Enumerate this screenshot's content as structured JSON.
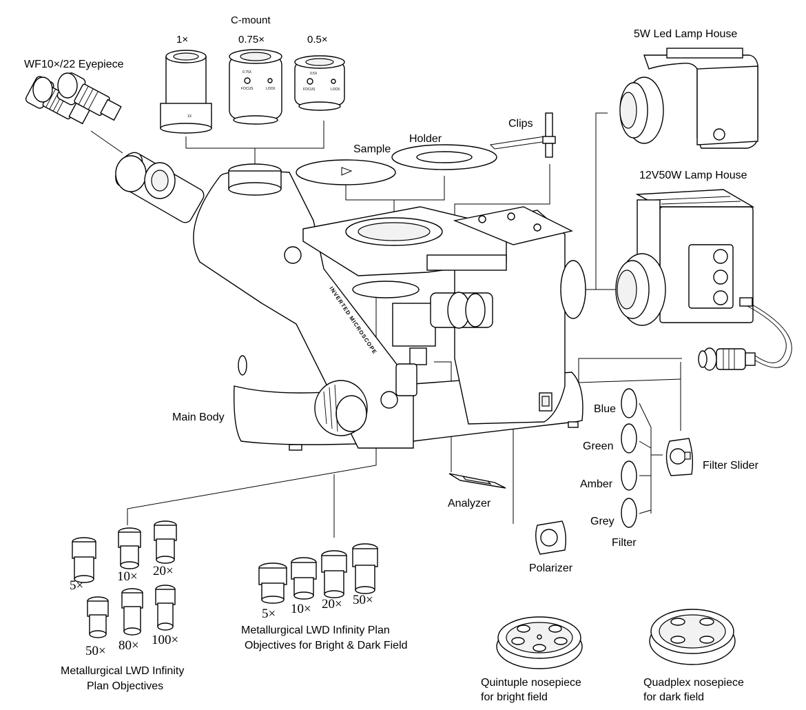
{
  "labels": {
    "eyepiece": "WF10×/22 Eyepiece",
    "cmount": "C-mount",
    "mag_1x": "1×",
    "mag_075x": "0.75×",
    "mag_05x": "0.5×",
    "sample": "Sample",
    "holder": "Holder",
    "clips": "Clips",
    "led_lamp": "5W  Led Lamp House",
    "halogen_lamp": "12V50W Lamp House",
    "main_body": "Main Body",
    "blue": "Blue",
    "green": "Green",
    "amber": "Amber",
    "grey": "Grey",
    "filter": "Filter",
    "filter_slider": "Filter Slider",
    "analyzer": "Analyzer",
    "polarizer": "Polarizer",
    "body_text": "INVERTED MICROSCOPE",
    "adapter_1x_mark": "1X",
    "adapter_075_mark": "0.75X",
    "adapter_05_mark": "0.5X",
    "focus_mark": "FOCUS",
    "lock_mark": "LOCK"
  },
  "objectives_set_a": {
    "mags": [
      "5×",
      "10×",
      "20×",
      "50×",
      "80×",
      "100×"
    ],
    "caption_line1": "Metallurgical LWD Infinity",
    "caption_line2": "Plan Objectives"
  },
  "objectives_set_b": {
    "mags": [
      "5×",
      "10×",
      "20×",
      "50×"
    ],
    "caption_line1": "Metallurgical LWD Infinity Plan",
    "caption_line2": "Objectives for Bright & Dark Field"
  },
  "nosepieces": {
    "quintuple_line1": "Quintuple nosepiece",
    "quintuple_line2": "for bright field",
    "quadplex_line1": "Quadplex nosepiece",
    "quadplex_line2": "for dark field"
  }
}
